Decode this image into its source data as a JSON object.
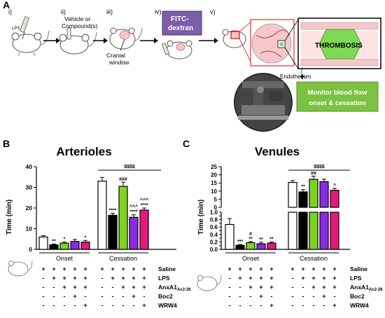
{
  "panel_a": {
    "letter": "A",
    "steps": [
      {
        "label": "i)"
      },
      {
        "label": "ii)"
      },
      {
        "label": "iii)"
      },
      {
        "label": "iv)"
      },
      {
        "label": "v)"
      }
    ],
    "lps_tube": "LPS",
    "vehicle_text_1": "Vehicle or",
    "vehicle_text_2": "Compound(s)",
    "cranial_text_1": "Cranial",
    "cranial_text_2": "window",
    "fitc_text_1": "FITC-",
    "fitc_text_2": "dextran",
    "thrombosis": "THROMBOSIS",
    "endothelium": "Endothelium",
    "plus": "+",
    "monitor_text_1": "Monitor blood flow",
    "monitor_text_2": "onset & cessation",
    "colors": {
      "fitc_box": "#7b5ea7",
      "monitor_box": "#7cc242",
      "thrombus": "#7ed957",
      "vessel": "#f4c8c8"
    }
  },
  "chart_data": [
    {
      "type": "bar",
      "panel": "B",
      "title": "Arterioles",
      "ylabel": "Time (min)",
      "ylim": [
        0,
        40
      ],
      "yticks": [
        0,
        10,
        20,
        30,
        40
      ],
      "groups": [
        "Onset",
        "Cessation"
      ],
      "series_colors": [
        "#ffffff",
        "#000000",
        "#7ed321",
        "#8b2be2",
        "#e6197a"
      ],
      "values": {
        "Onset": [
          6.0,
          2.2,
          3.0,
          3.8,
          3.5
        ],
        "Cessation": [
          33.0,
          16.5,
          30.5,
          15.5,
          19.0
        ]
      },
      "errors": {
        "Onset": [
          0.6,
          0.4,
          0.5,
          1.0,
          0.8
        ],
        "Cessation": [
          1.8,
          1.0,
          2.0,
          1.2,
          1.0
        ]
      },
      "annotations": {
        "Onset": [
          "",
          "**",
          "*",
          "",
          "*"
        ],
        "Cessation": [
          "",
          "****",
          "###",
          "^^^\n****",
          "^^^\n****"
        ]
      },
      "bracket_label": "$$$$"
    },
    {
      "type": "bar",
      "panel": "C",
      "title": "Venules",
      "ylabel": "Time (min)",
      "ylim_lower": [
        0,
        1.0
      ],
      "yticks_lower": [
        0.0,
        0.1,
        0.2,
        0.3,
        0.4,
        0.5,
        0.6,
        0.7,
        0.8,
        0.9,
        1.0
      ],
      "ylim_upper": [
        0,
        25
      ],
      "yticks_upper": [
        0,
        5,
        10,
        15,
        20,
        25
      ],
      "groups": [
        "Onset",
        "Cessation"
      ],
      "series_colors": [
        "#ffffff",
        "#000000",
        "#7ed321",
        "#8b2be2",
        "#e6197a"
      ],
      "values": {
        "Onset": [
          0.67,
          0.11,
          0.18,
          0.15,
          0.17
        ],
        "Cessation": [
          15.3,
          9.5,
          17.2,
          15.8,
          10.5
        ]
      },
      "errors": {
        "Onset": [
          0.16,
          0.02,
          0.03,
          0.04,
          0.03
        ],
        "Cessation": [
          1.2,
          1.4,
          2.0,
          1.5,
          1.2
        ]
      },
      "annotations": {
        "Onset": [
          "",
          "***",
          "#\n**",
          "**",
          "**"
        ],
        "Cessation": [
          "",
          "**",
          "##",
          "",
          "^"
        ]
      },
      "bracket_label": "$$$$"
    }
  ],
  "treatment_table": {
    "rows": [
      {
        "label": "Saline",
        "sub": "",
        "signs": [
          "+",
          "+",
          "+",
          "+",
          "+",
          "+",
          "+",
          "+",
          "+",
          "+"
        ]
      },
      {
        "label": "LPS",
        "sub": "",
        "signs": [
          "-",
          "+",
          "+",
          "+",
          "+",
          "-",
          "+",
          "+",
          "+",
          "+"
        ]
      },
      {
        "label": "AnxA1",
        "sub": "Ac2-26",
        "signs": [
          "-",
          "-",
          "+",
          "+",
          "+",
          "-",
          "-",
          "+",
          "+",
          "+"
        ]
      },
      {
        "label": "Boc2",
        "sub": "",
        "signs": [
          "-",
          "-",
          "-",
          "+",
          "-",
          "-",
          "-",
          "-",
          "+",
          "-"
        ]
      },
      {
        "label": "WRW4",
        "sub": "",
        "signs": [
          "-",
          "-",
          "-",
          "-",
          "+",
          "-",
          "-",
          "-",
          "-",
          "+"
        ]
      }
    ]
  }
}
